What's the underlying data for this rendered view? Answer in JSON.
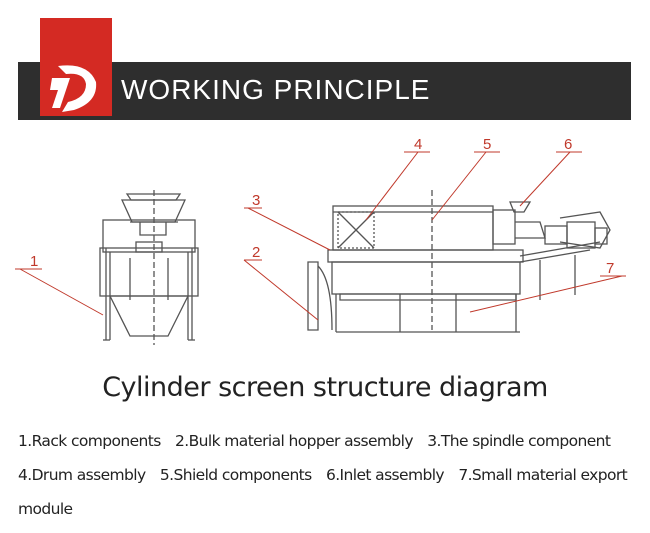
{
  "header": {
    "title": "WORKING PRINCIPLE",
    "brand_color": "#d42a23",
    "bar_color": "#2e2e2e"
  },
  "diagram": {
    "callouts": [
      "1",
      "2",
      "3",
      "4",
      "5",
      "6",
      "7"
    ],
    "label_color": "#c0392b",
    "line_color": "#555555"
  },
  "caption": "Cylinder screen structure diagram",
  "legend": {
    "items": [
      "1.Rack components",
      "2.Bulk material hopper assembly",
      "3.The spindle component",
      "4.Drum assembly",
      "5.Shield components",
      "6.Inlet assembly",
      "7.Small material export module"
    ]
  }
}
